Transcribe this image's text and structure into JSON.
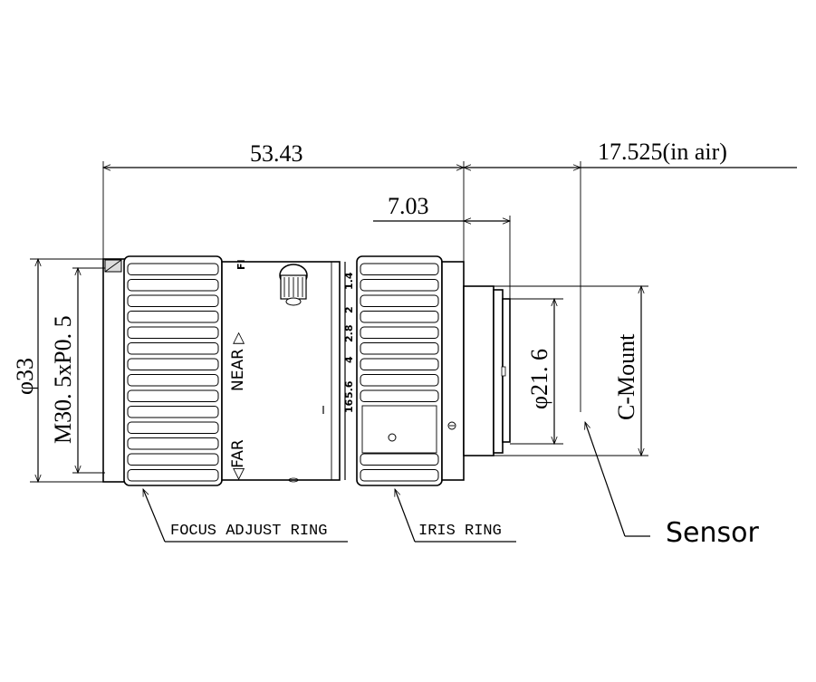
{
  "dimensions": {
    "overall_length": "53.43",
    "back_focus": "17.525(in air)",
    "flange_depth": "7.03",
    "outer_diameter": "φ33",
    "filter_thread": "M30. 5xP0. 5",
    "mount_diameter": "φ21. 6"
  },
  "labels": {
    "mount": "C-Mount",
    "sensor": "Sensor",
    "focus_ring": "FOCUS ADJUST RING",
    "iris_ring": "IRIS RING"
  },
  "focus_scale": {
    "near": "NEAR ▷",
    "far": "◁FAR",
    "infinity": "FI"
  },
  "iris_scale": [
    "1.4",
    "2",
    "2.8",
    "4",
    "5.6",
    "16"
  ]
}
